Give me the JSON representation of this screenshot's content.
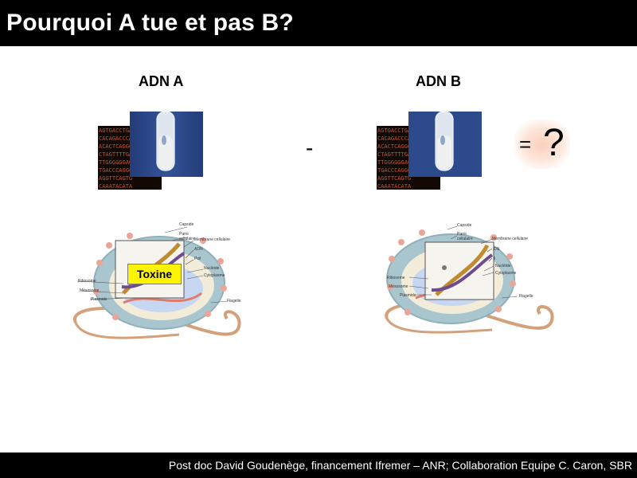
{
  "title": "Pourquoi A tue et pas B?",
  "column_a": {
    "label": "ADN A",
    "toxin_label": "Toxine",
    "legend": {
      "capside": "Capside",
      "paroi": "Paroi",
      "cellulaire": "cellulaire",
      "membrane": "Membrane cellulaire",
      "adn": "ADN",
      "poil": "Poil",
      "nucleide": "Nucléide",
      "cytoplasme": "Cytoplasme",
      "ribosome": "Ribosome",
      "mesosome": "Mésosome",
      "plasmide": "Plasmide",
      "flagelle": "Flagelle"
    }
  },
  "column_b": {
    "label": "ADN B",
    "legend": {
      "capside": "Capside",
      "paroi": "Paroi",
      "cellulaire": "cellulaire",
      "membrane": "Membrane cellulaire",
      "adn": "DN",
      "poil": "il",
      "nucleide": "Nucléide",
      "cytoplasme": "Cytoplasme",
      "ribosome": "Ribosome",
      "mesosome": "Mésosome",
      "plasmide": "Plasmide",
      "flagelle": "Flagelle"
    }
  },
  "operator": "-",
  "result": {
    "equals": "=",
    "unknown": "?"
  },
  "footer": "Post doc David Goudenège, financement Ifremer – ANR; Collaboration Equipe C. Caron, SBR",
  "colors": {
    "bars": "#000000",
    "dna_text": "#c8502a",
    "tube_background": "#2c4a8c",
    "toxin_highlight": "#fff400",
    "flagellum": "#d4a07a",
    "cell_body": "#a9c6cf"
  }
}
